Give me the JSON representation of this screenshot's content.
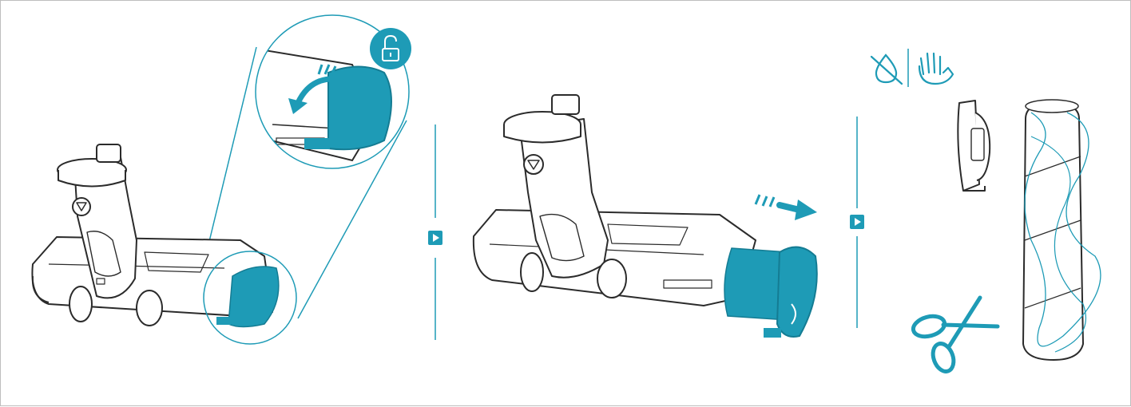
{
  "colors": {
    "accent": "#1e9bb6",
    "accent_dark": "#147c93",
    "outline": "#2b2b2b",
    "fill": "#ffffff",
    "frame": "#bdbdbd"
  },
  "icons": {
    "unlock": "unlock-icon",
    "step_arrow": "play-arrow-icon",
    "no_water": "no-water-icon",
    "hand_wash": "hand-wash-icon",
    "scissors": "scissors-icon"
  },
  "steps": [
    {
      "id": 1,
      "action": "unlock"
    },
    {
      "id": 2,
      "action": "remove"
    },
    {
      "id": 3,
      "action": "clean"
    }
  ]
}
